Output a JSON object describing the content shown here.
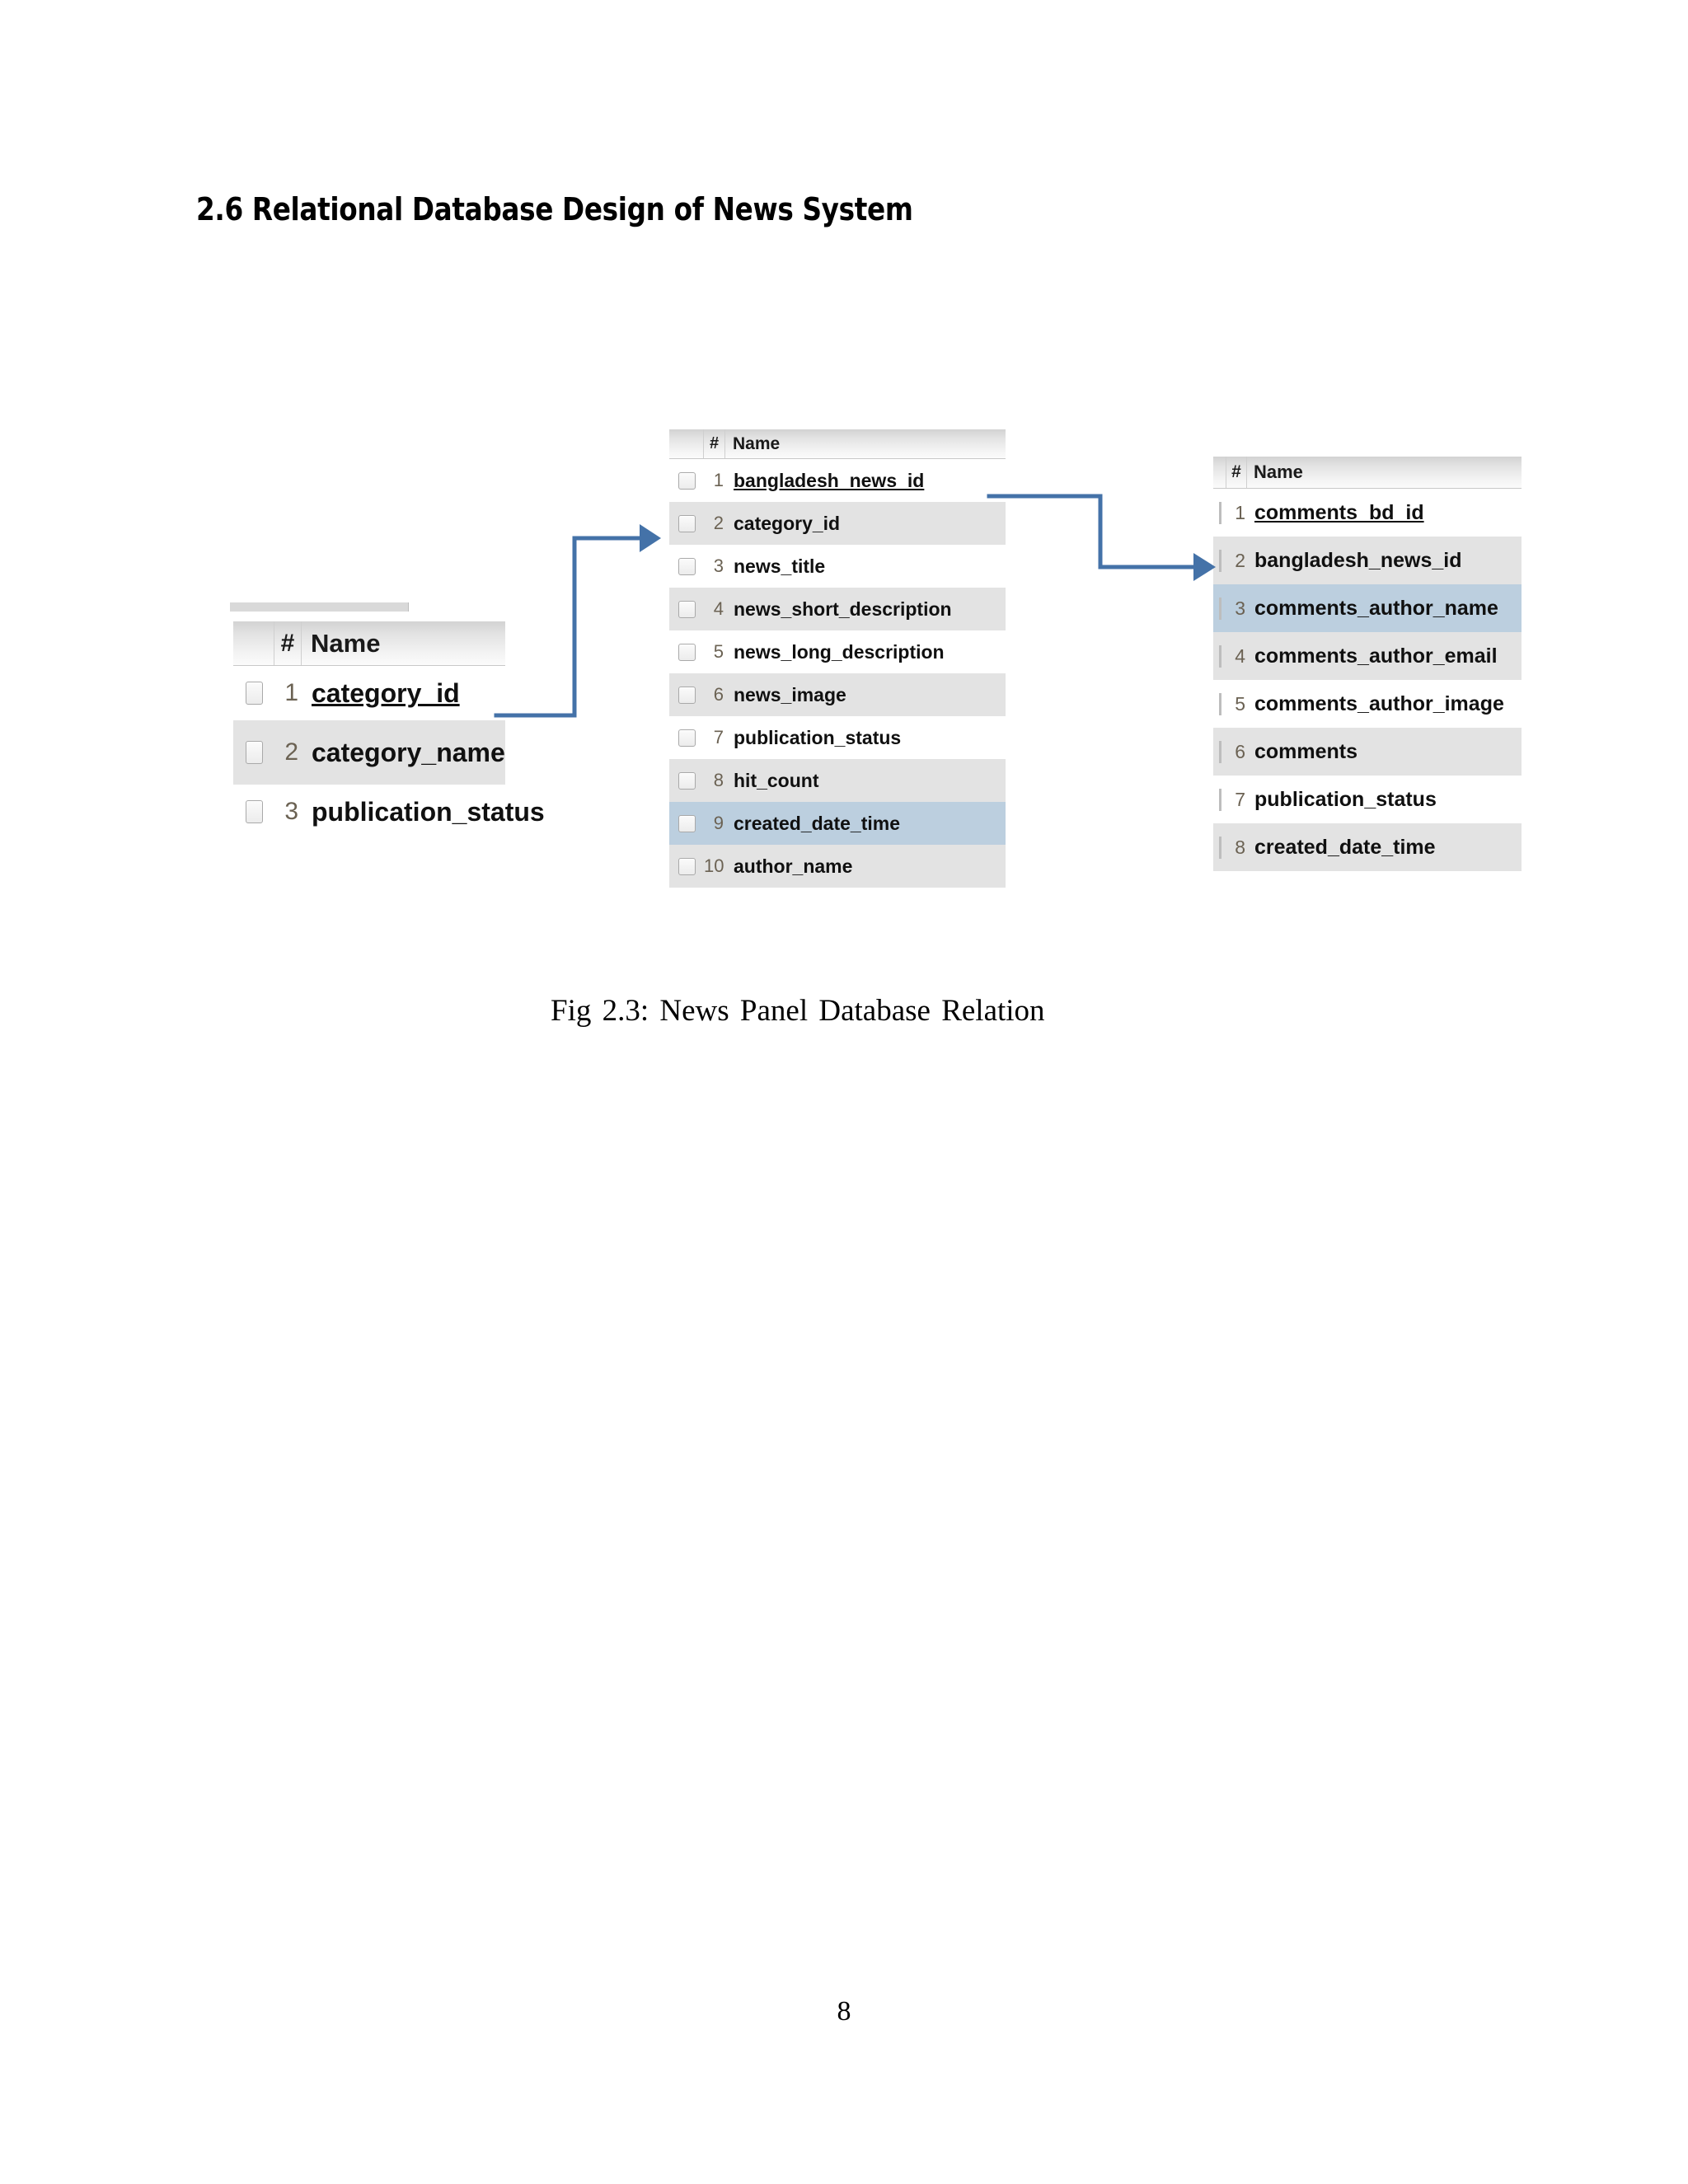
{
  "document": {
    "heading": "2.6 Relational Database Design of News System",
    "figure_caption": "Fig 2.3: News Panel Database Relation",
    "page_number": "8"
  },
  "colors": {
    "connector": "#4472a8",
    "row_alt": "#e3e3e3",
    "row_highlight": "#bccfdf",
    "header_gradient_top": "#d2d2d2",
    "header_gradient_bottom": "#fbfbfb"
  },
  "tables": {
    "category": {
      "header": {
        "num": "#",
        "name": "Name"
      },
      "rows": [
        {
          "num": "1",
          "name": "category_id",
          "primary_key": true,
          "style": "plain"
        },
        {
          "num": "2",
          "name": "category_name",
          "primary_key": false,
          "style": "alt"
        },
        {
          "num": "3",
          "name": "publication_status",
          "primary_key": false,
          "style": "plain"
        }
      ]
    },
    "bangladesh_news": {
      "header": {
        "num": "#",
        "name": "Name"
      },
      "rows": [
        {
          "num": "1",
          "name": "bangladesh_news_id",
          "primary_key": true,
          "style": "plain"
        },
        {
          "num": "2",
          "name": "category_id",
          "primary_key": false,
          "style": "alt"
        },
        {
          "num": "3",
          "name": "news_title",
          "primary_key": false,
          "style": "plain"
        },
        {
          "num": "4",
          "name": "news_short_description",
          "primary_key": false,
          "style": "alt"
        },
        {
          "num": "5",
          "name": "news_long_description",
          "primary_key": false,
          "style": "plain"
        },
        {
          "num": "6",
          "name": "news_image",
          "primary_key": false,
          "style": "alt"
        },
        {
          "num": "7",
          "name": "publication_status",
          "primary_key": false,
          "style": "plain"
        },
        {
          "num": "8",
          "name": "hit_count",
          "primary_key": false,
          "style": "alt"
        },
        {
          "num": "9",
          "name": "created_date_time",
          "primary_key": false,
          "style": "highlight"
        },
        {
          "num": "10",
          "name": "author_name",
          "primary_key": false,
          "style": "alt"
        }
      ]
    },
    "comments_bd": {
      "header": {
        "num": "#",
        "name": "Name"
      },
      "rows": [
        {
          "num": "1",
          "name": "comments_bd_id",
          "primary_key": true,
          "style": "plain"
        },
        {
          "num": "2",
          "name": "bangladesh_news_id",
          "primary_key": false,
          "style": "alt"
        },
        {
          "num": "3",
          "name": "comments_author_name",
          "primary_key": false,
          "style": "highlight"
        },
        {
          "num": "4",
          "name": "comments_author_email",
          "primary_key": false,
          "style": "alt"
        },
        {
          "num": "5",
          "name": "comments_author_image",
          "primary_key": false,
          "style": "plain"
        },
        {
          "num": "6",
          "name": "comments",
          "primary_key": false,
          "style": "alt"
        },
        {
          "num": "7",
          "name": "publication_status",
          "primary_key": false,
          "style": "plain"
        },
        {
          "num": "8",
          "name": "created_date_time",
          "primary_key": false,
          "style": "alt"
        }
      ]
    }
  },
  "relations": [
    {
      "from": "category.category_id",
      "to": "bangladesh_news.category_id"
    },
    {
      "from": "bangladesh_news.bangladesh_news_id",
      "to": "comments_bd.bangladesh_news_id"
    }
  ]
}
